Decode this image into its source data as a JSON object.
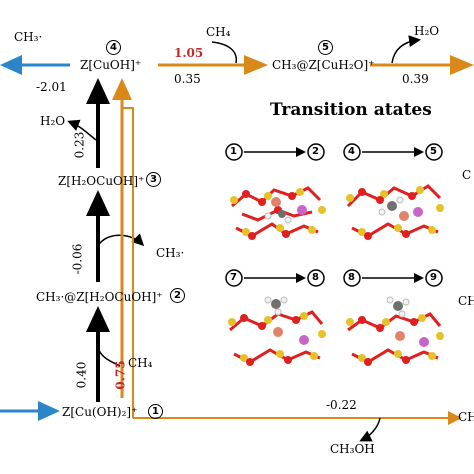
{
  "colors": {
    "orange": "#d9891a",
    "blue": "#2a86c8",
    "black": "#000000",
    "red_value": "#c62828",
    "atom_o": "#e11f1f",
    "atom_si": "#e6c229",
    "atom_cu": "#e0836a",
    "atom_al": "#c964c9",
    "atom_c": "#707070",
    "atom_h": "#f2f2f2"
  },
  "species": {
    "cuoh": "Z[CuOH]⁺",
    "cuoh_num": "4",
    "ch3_cuh2o": "CH₃@Z[CuH₂O]⁺",
    "ch3_cuh2o_num": "5",
    "h2ocuoh": "Z[H₂OCuOH]⁺",
    "h2ocuoh_num": "3",
    "ch3_h2ocuoh": "CH₃·@Z[H₂OCuOH]⁺",
    "ch3_h2ocuoh_num": "2",
    "cuoh2": "Z[Cu(OH)₂]⁺",
    "cuoh2_num": "1"
  },
  "molecules": {
    "ch3_radical_left": "CH₃·",
    "ch4_top": "CH₄",
    "h2o_top_right": "H₂O",
    "h2o_left": "H₂O",
    "ch3_radical_mid": "CH₃·",
    "ch4_mid": "CH₄",
    "ch3oh_bottom": "CH₃OH",
    "right_cut_1": "C",
    "right_cut_2": "CH",
    "right_cut_3": "CH"
  },
  "energies": {
    "e_left": "-2.01",
    "e_top_red": "1.05",
    "e_top": "0.35",
    "e_top_right": "0.39",
    "e_up_upper": "0.23",
    "e_up_mid": "-0.06",
    "e_up_lower": "0.40",
    "e_up_lower_red": "0.75",
    "e_bottom": "-0.22"
  },
  "transition_states": {
    "title": "Transition atates",
    "panels": [
      {
        "from": "1",
        "to": "2"
      },
      {
        "from": "4",
        "to": "5"
      },
      {
        "from": "7",
        "to": "8"
      },
      {
        "from": "8",
        "to": "9"
      }
    ]
  }
}
